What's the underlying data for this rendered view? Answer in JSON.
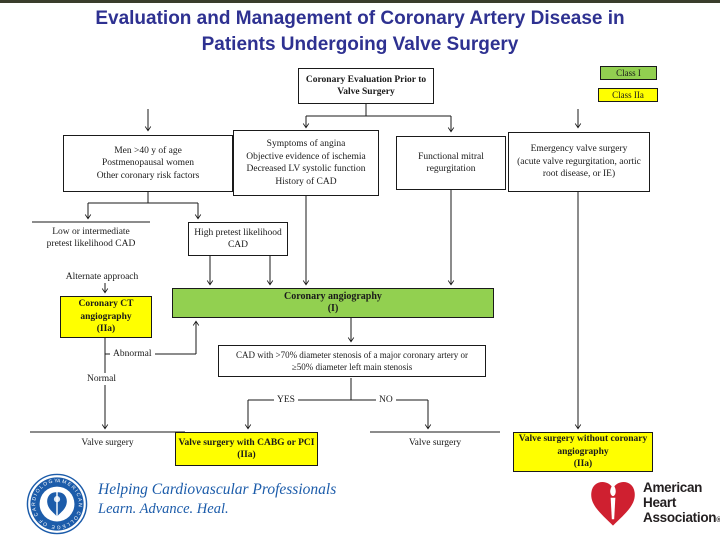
{
  "slide": {
    "bg": "#ffffff",
    "top_strip": "#3a3d2c"
  },
  "title": {
    "line1": "Evaluation and Management of Coronary Artery Disease in",
    "line2": "Patients Undergoing Valve Surgery",
    "color": "#2e3191"
  },
  "legend": {
    "class_i": {
      "label": "Class I",
      "fill": "#92d050"
    },
    "class_iia": {
      "label": "Class IIa",
      "fill": "#ffff00"
    }
  },
  "flow": {
    "line_color": "#1a1a1a",
    "green": "#92d050",
    "yellow": "#ffff00",
    "top": {
      "l1": "Coronary Evaluation Prior to",
      "l2": "Valve Surgery"
    },
    "men": {
      "l1": "Men >40 y of age",
      "l2": "Postmenopausal women",
      "l3": "Other coronary risk factors"
    },
    "symptoms": {
      "l1": "Symptoms of angina",
      "l2": "Objective evidence of ischemia",
      "l3": "Decreased LV systolic function",
      "l4": "History of CAD"
    },
    "mitral": {
      "l1": "Functional mitral",
      "l2": "regurgitation"
    },
    "emergency": {
      "l1": "Emergency valve surgery",
      "l2": "(acute valve regurgitation, aortic",
      "l3": "root disease, or IE)"
    },
    "low": {
      "l1": "Low or intermediate",
      "l2": "pretest likelihood CAD"
    },
    "high": {
      "l1": "High pretest likelihood",
      "l2": "CAD"
    },
    "alternate": "Alternate approach",
    "ct": {
      "l1": "Coronary CT",
      "l2": "angiography",
      "l3": "(IIa)"
    },
    "angio": {
      "l1": "Coronary angiography",
      "l2": "(I)"
    },
    "cad": {
      "l1": "CAD with >70% diameter stenosis of a major coronary artery or",
      "l2": "≥50% diameter left main stenosis"
    },
    "abnormal": "Abnormal",
    "normal": "Normal",
    "yes": "YES",
    "no": "NO",
    "valve_surgery_left": "Valve surgery",
    "cabg": {
      "l1": "Valve surgery with CABG or PCI",
      "l2": "(IIa)"
    },
    "valve_surgery_right": "Valve surgery",
    "no_angio": {
      "l1": "Valve surgery without coronary",
      "l2": "angiography",
      "l3": "(IIa)"
    }
  },
  "footer": {
    "acc": {
      "tagline1": "Helping Cardiovascular Professionals",
      "tagline2": "Learn. Advance. Heal.",
      "color": "#1c5caa",
      "seal_text": "AMERICAN COLLEGE OF CARDIOLOGY"
    },
    "aha": {
      "word1": "American",
      "word2": "Heart",
      "word3": "Association",
      "reg": "®",
      "heart_color": "#cf2030",
      "text_color": "#231f20"
    }
  }
}
